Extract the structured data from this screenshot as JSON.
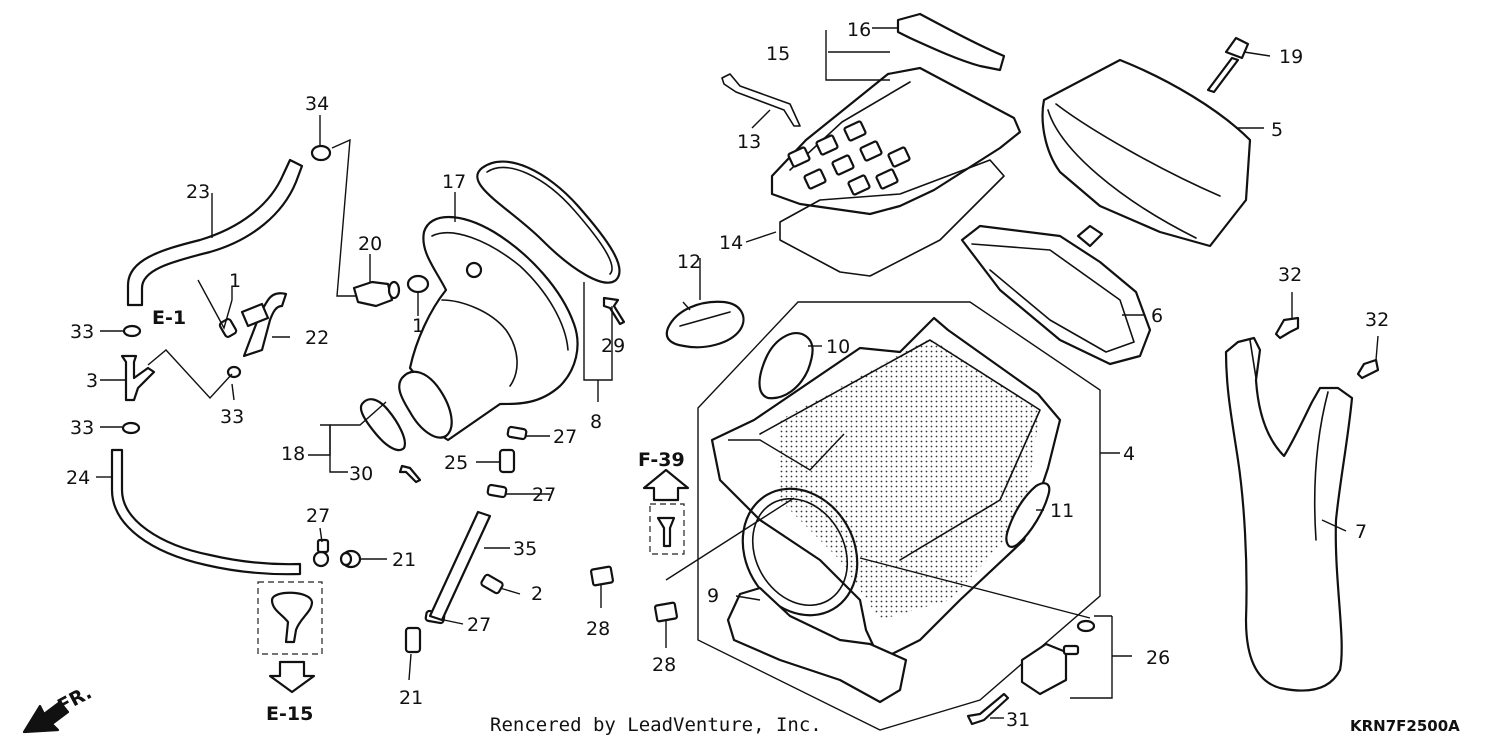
{
  "diagram": {
    "callouts": [
      "1",
      "1",
      "2",
      "3",
      "4",
      "5",
      "6",
      "7",
      "8",
      "9",
      "10",
      "11",
      "12",
      "13",
      "14",
      "15",
      "16",
      "17",
      "18",
      "19",
      "20",
      "21",
      "21",
      "22",
      "23",
      "24",
      "25",
      "26",
      "27",
      "27",
      "27",
      "27",
      "28",
      "28",
      "29",
      "30",
      "31",
      "32",
      "32",
      "33",
      "33",
      "33",
      "34",
      "35"
    ],
    "refs": {
      "e1": "E-1",
      "f39": "F-39",
      "e15": "E-15"
    },
    "direction": "FR.",
    "credit": "Rencered by LeadVenture, Inc.",
    "drawing_code": "KRN7F2500A"
  }
}
